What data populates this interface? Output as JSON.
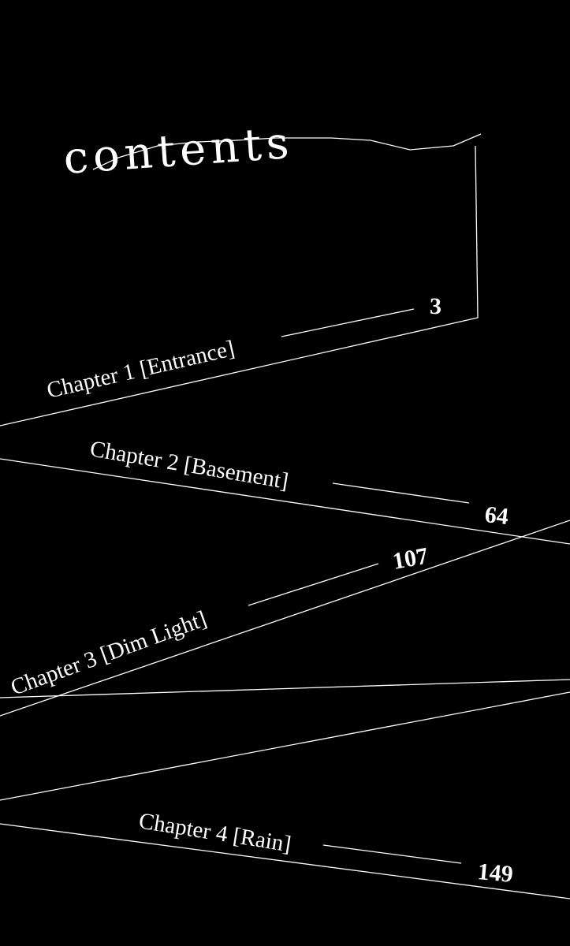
{
  "title": "contents",
  "chapters": [
    {
      "label": "Chapter 1 [Entrance]",
      "page": "3"
    },
    {
      "label": "Chapter 2 [Basement]",
      "page": "64"
    },
    {
      "label": "Chapter 3 [Dim Light]",
      "page": "107"
    },
    {
      "label": "Chapter 4 [Rain]",
      "page": "149"
    }
  ],
  "colors": {
    "background": "#000000",
    "foreground": "#ffffff"
  }
}
